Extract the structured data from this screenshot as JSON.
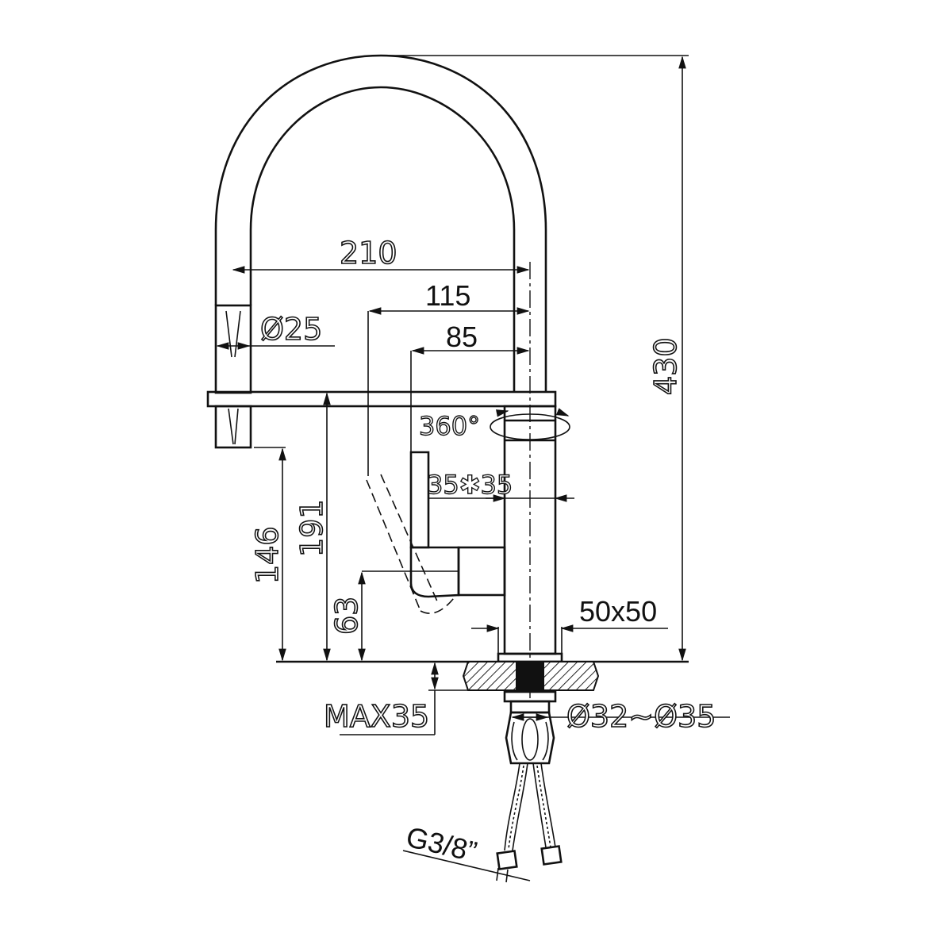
{
  "diagram": {
    "dimensions": {
      "overall_height": "430",
      "spout_reach": "210",
      "handle_reach": "115",
      "lever_reach": "85",
      "spray_head_diameter": "Ø25",
      "rotation": "360°",
      "body_section": "35✱35",
      "spout_outlet_height": "146",
      "spout_arm_height": "191",
      "lever_height": "63",
      "base_size": "50x50",
      "max_counter_thickness": "MAX35",
      "hole_diameter": "Ø32~Ø35",
      "hose_thread": "G3/8”"
    }
  }
}
